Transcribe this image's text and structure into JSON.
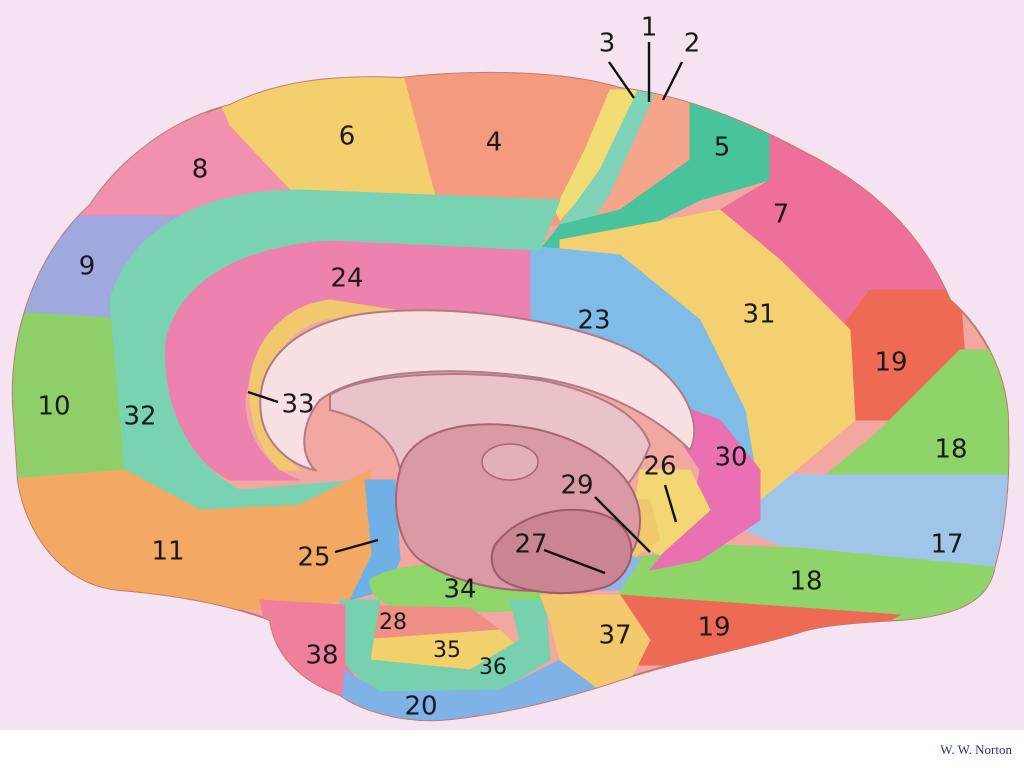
{
  "diagram": {
    "regions": [
      {
        "id": "1",
        "label": "1",
        "color": "#7fd3b8"
      },
      {
        "id": "2",
        "label": "2",
        "color": "#f4a58a"
      },
      {
        "id": "3",
        "label": "3",
        "color": "#f1dd74"
      },
      {
        "id": "4",
        "label": "4",
        "color": "#f49a7e"
      },
      {
        "id": "5",
        "label": "5",
        "color": "#48c39c"
      },
      {
        "id": "6",
        "label": "6",
        "color": "#f4cf6e"
      },
      {
        "id": "7",
        "label": "7",
        "color": "#ee6f9c"
      },
      {
        "id": "8",
        "label": "8",
        "color": "#f191ad"
      },
      {
        "id": "9",
        "label": "9",
        "color": "#9fa8df"
      },
      {
        "id": "10",
        "label": "10",
        "color": "#8fcf6a"
      },
      {
        "id": "11",
        "label": "11",
        "color": "#f3a864"
      },
      {
        "id": "17",
        "label": "17",
        "color": "#9fc6e9"
      },
      {
        "id": "18",
        "label": "18",
        "color": "#8fd468"
      },
      {
        "id": "19",
        "label": "19",
        "color": "#ee6a55"
      },
      {
        "id": "20",
        "label": "20",
        "color": "#7fb2e6"
      },
      {
        "id": "23",
        "label": "23",
        "color": "#7fbde8"
      },
      {
        "id": "24",
        "label": "24",
        "color": "#ee82ae"
      },
      {
        "id": "25",
        "label": "25",
        "color": "#6fb1e6"
      },
      {
        "id": "26",
        "label": "26",
        "color": "#f3d774"
      },
      {
        "id": "27",
        "label": "27",
        "color": "#8fb6e8"
      },
      {
        "id": "28",
        "label": "28",
        "color": "#ef8f86"
      },
      {
        "id": "29",
        "label": "29",
        "color": "#f0c86d"
      },
      {
        "id": "30",
        "label": "30",
        "color": "#ea6fb3"
      },
      {
        "id": "31",
        "label": "31",
        "color": "#f4d071"
      },
      {
        "id": "32",
        "label": "32",
        "color": "#79d3b2"
      },
      {
        "id": "33",
        "label": "33",
        "color": "#f2c86e"
      },
      {
        "id": "34",
        "label": "34",
        "color": "#8ed66a"
      },
      {
        "id": "35",
        "label": "35",
        "color": "#f2d06c"
      },
      {
        "id": "36",
        "label": "36",
        "color": "#77d0ae"
      },
      {
        "id": "37",
        "label": "37",
        "color": "#f4c86c"
      },
      {
        "id": "38",
        "label": "38",
        "color": "#f07f9c"
      }
    ],
    "labels": {
      "1": "1",
      "2": "2",
      "3": "3",
      "4": "4",
      "5": "5",
      "6": "6",
      "7": "7",
      "8": "8",
      "9": "9",
      "10": "10",
      "11": "11",
      "17": "17",
      "18a": "18",
      "18b": "18",
      "19a": "19",
      "19b": "19",
      "20": "20",
      "23": "23",
      "24": "24",
      "25": "25",
      "26": "26",
      "27": "27",
      "28": "28",
      "29": "29",
      "30": "30",
      "31": "31",
      "32": "32",
      "33": "33",
      "34": "34",
      "35": "35",
      "36": "36",
      "37": "37",
      "38": "38"
    },
    "colors": {
      "background": "#f5e3f1",
      "corpus_callosum": "#f7dfe2",
      "midbrain": "#d99aa4",
      "outline": "#b07a86"
    }
  },
  "credit": "W. W. Norton"
}
